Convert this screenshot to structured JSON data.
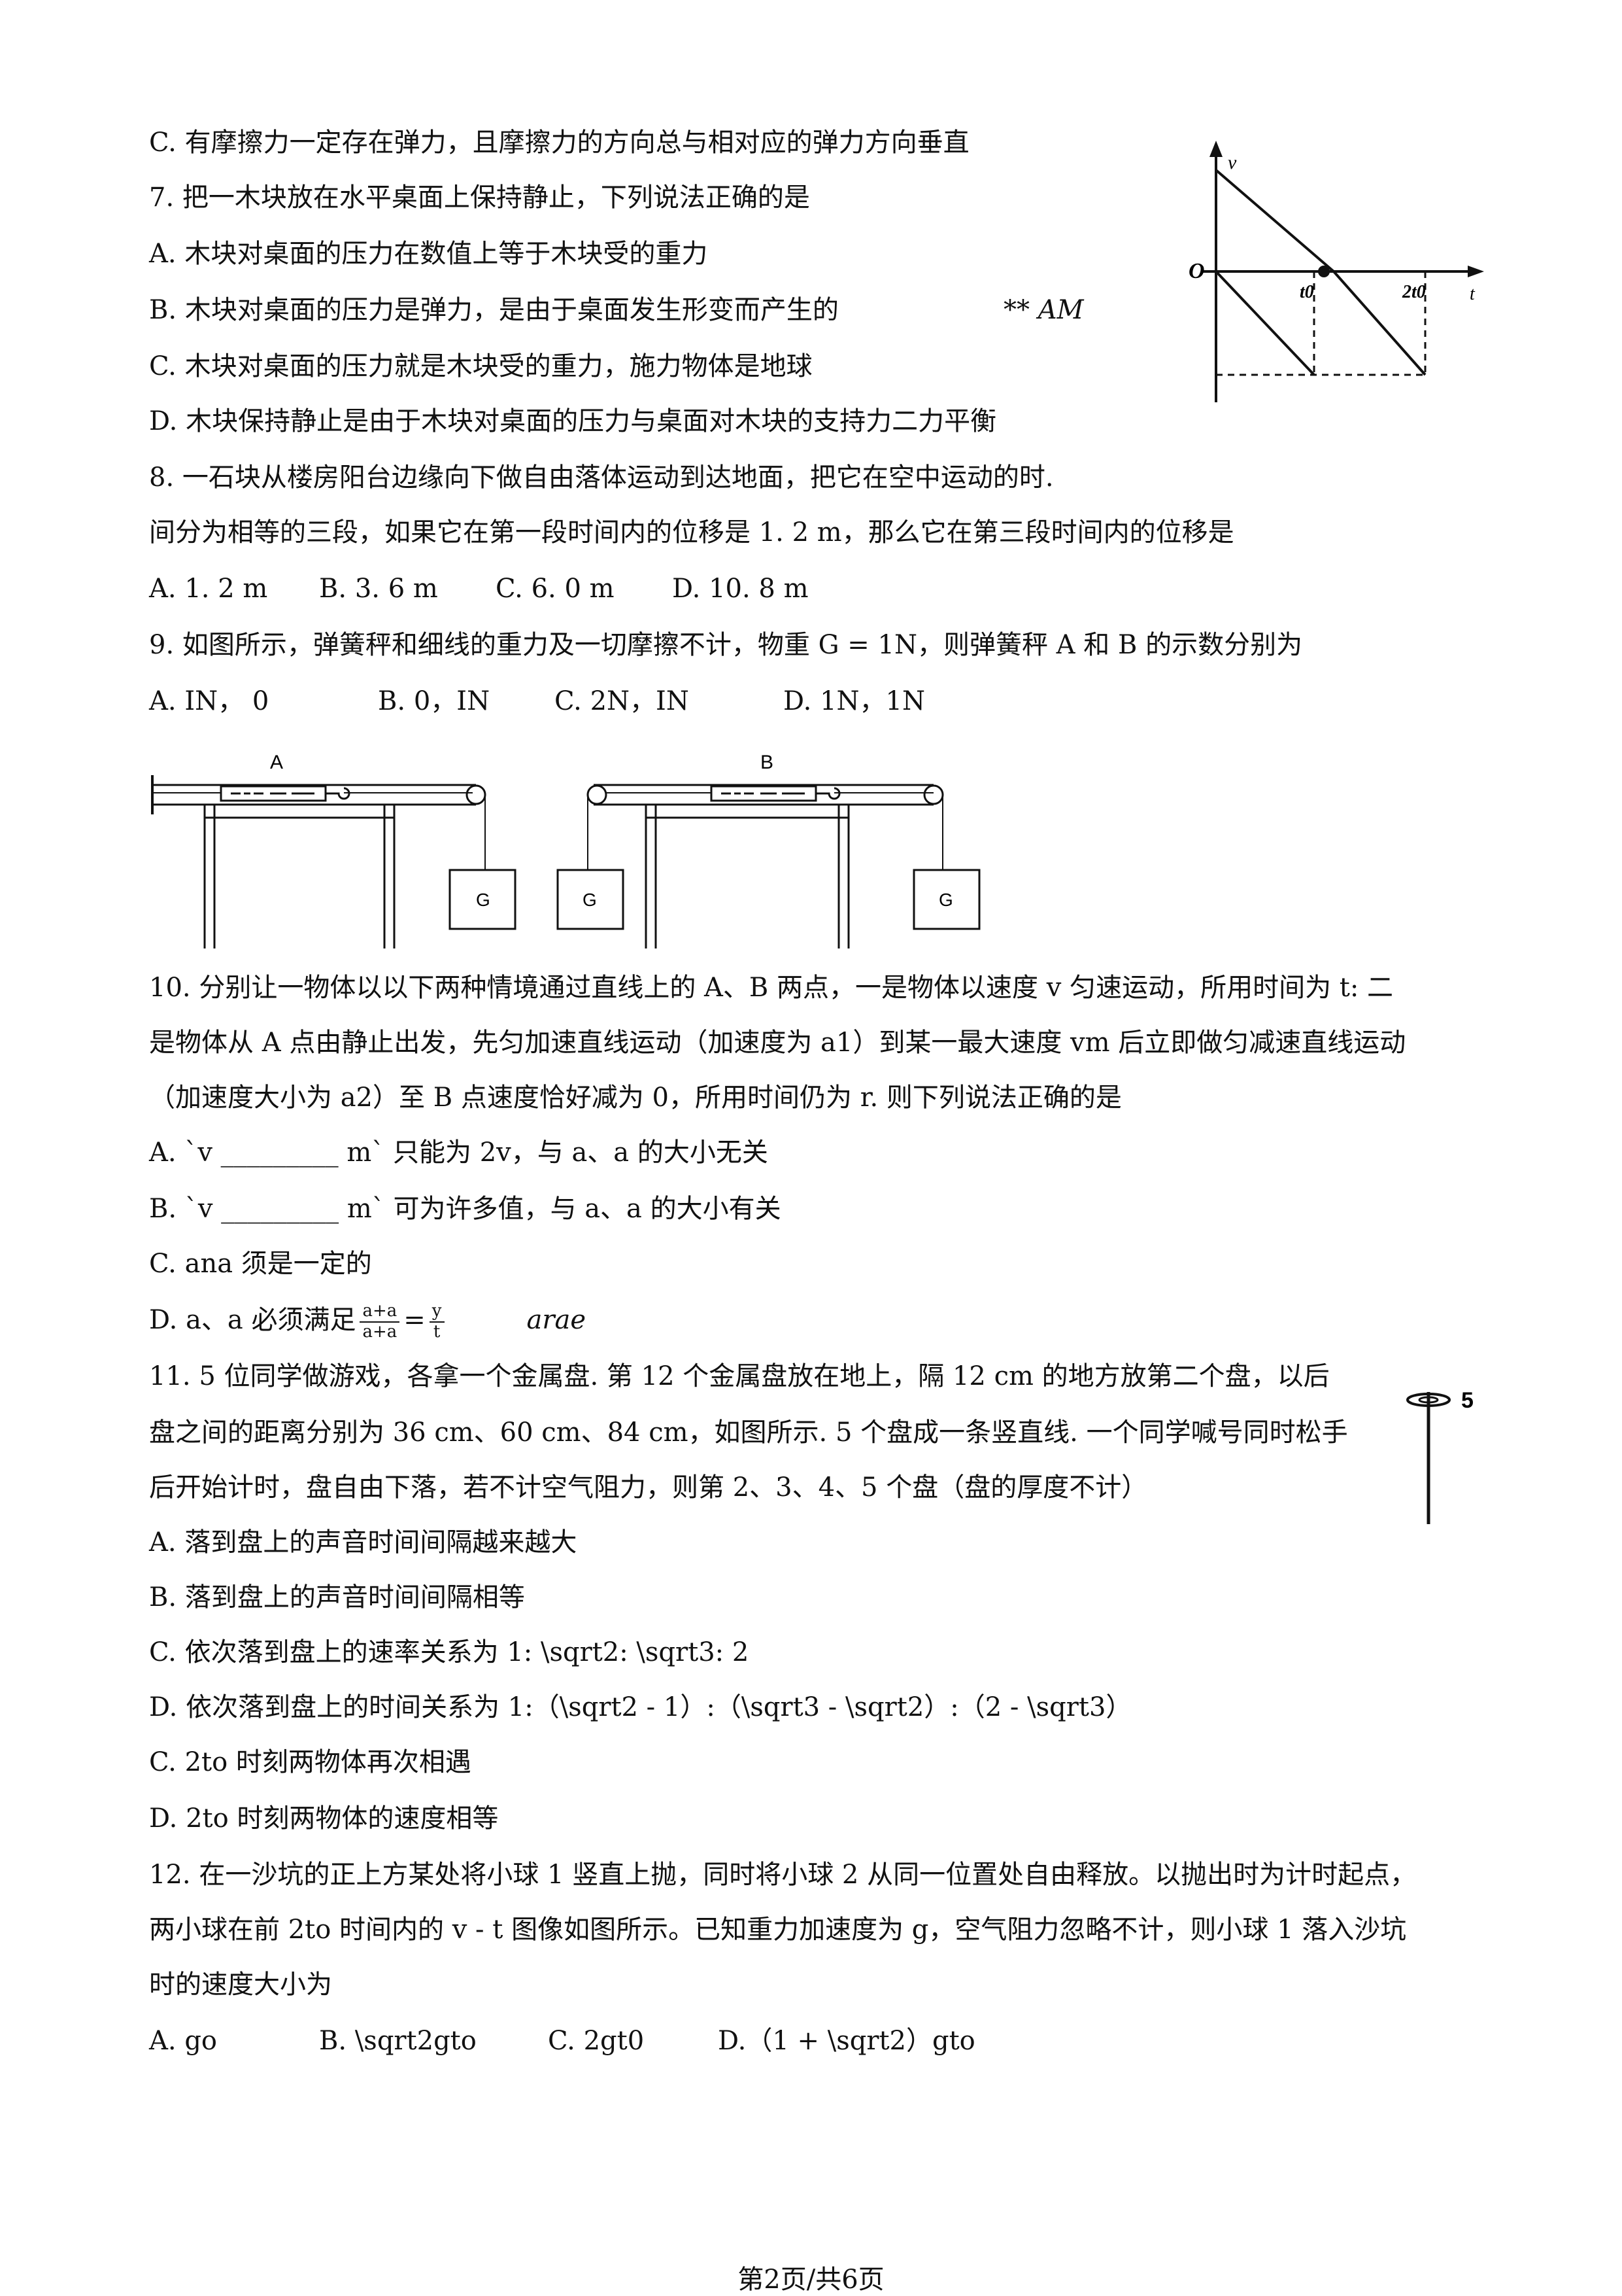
{
  "lines": {
    "l1": "C. 有摩擦力一定存在弹力，且摩擦力的方向总与相对应的弹力方向垂直",
    "q7": "7. 把一木块放在水平桌面上保持静止，下列说法正确的是",
    "q7a": "A. 木块对桌面的压力在数值上等于木块受的重力",
    "q7b": "B. 木块对桌面的压力是弹力，是由于桌面发生形变而产生的",
    "q7b_note": "** AM",
    "q7c": "C. 木块对桌面的压力就是木块受的重力，施力物体是地球",
    "q7d": "D. 木块保持静止是由于木块对桌面的压力与桌面对木块的支持力二力平衡",
    "q8": "8. 一石块从楼房阳台边缘向下做自由落体运动到达地面，把它在空中运动的时.",
    "q8b": "间分为相等的三段，如果它在第一段时间内的位移是 1. 2 m，那么它在第三段时间内的位移是",
    "q8opts": [
      "A. 1. 2 m",
      "B. 3. 6 m",
      "C. 6. 0 m",
      "D. 10. 8 m"
    ],
    "q9": "9. 如图所示，弹簧秤和细线的重力及一切摩擦不计，物重 G = 1N，则弹簧秤 A 和 B 的示数分别为",
    "q9opts": [
      "A.   IN，  0",
      "B. 0，IN",
      "C. 2N，IN",
      "D. 1N，1N"
    ],
    "q10": "10. 分别让一物体以以下两种情境通过直线上的 A、B 两点，一是物体以速度 v 匀速运动，所用时间为 t: 二",
    "q10b": "是物体从 A 点由静止出发，先匀加速直线运动（加速度为 a1）到某一最大速度 vm 后立即做匀减速直线运动",
    "q10c": "（加速度大小为 a2）至 B 点速度恰好减为 0，所用时间仍为 r. 则下列说法正确的是",
    "q10a": "A. `v  _________  m` 只能为 2v，与 a、a 的大小无关",
    "q10bb": "B. `v  _________  m` 可为许多值，与 a、a 的大小有关",
    "q10cc": "C. ana 须是一定的",
    "q10d": "D. a、a 必须满足",
    "q10d_num": "a+a",
    "q10d_den": "a+a",
    "q10d_eq": "=",
    "q10d_rnum": "y",
    "q10d_rden": "t",
    "q10d_tail": "arae",
    "q11": "11. 5 位同学做游戏，各拿一个金属盘. 第 12 个金属盘放在地上，隔 12 cm 的地方放第二个盘，以后",
    "q11b": "盘之间的距离分别为 36 cm、60 cm、84 cm，如图所示. 5 个盘成一条竖直线. 一个同学喊号同时松手",
    "q11c": "后开始计时，盘自由下落，若不计空气阻力，则第 2、3、4、5 个盘（盘的厚度不计）",
    "q11a": "A. 落到盘上的声音时间间隔越来越大",
    "q11bb": "B. 落到盘上的声音时间间隔相等",
    "q11cc": "C. 依次落到盘上的速率关系为 1: \\sqrt2: \\sqrt3: 2",
    "q11d": "D. 依次落到盘上的时间关系为 1:（\\sqrt2 - 1）:（\\sqrt3 - \\sqrt2）:（2 - \\sqrt3）",
    "q11e": "C. 2to 时刻两物体再次相遇",
    "q11f": "D. 2to 时刻两物体的速度相等",
    "q12": "12. 在一沙坑的正上方某处将小球 1 竖直上抛，同时将小球 2 从同一位置处自由释放。以抛出时为计时起点，",
    "q12b": "两小球在前 2to 时间内的 v - t 图像如图所示。已知重力加速度为 g，空气阻力忽略不计，则小球 1 落入沙坑",
    "q12c": "时的速度大小为",
    "q12opts": [
      "A. go",
      "B. \\sqrt2gto",
      "C. 2gt0",
      "D.（1 + \\sqrt2）gto"
    ]
  },
  "vt_graph": {
    "v_label": "v",
    "origin_label": "O",
    "t0_label": "t0",
    "t2_label": "2t0",
    "t_label": "t"
  },
  "spring_figure": {
    "label_a": "A",
    "label_b": "B",
    "weight_label": "G"
  },
  "disk_figure": {
    "label": "5"
  },
  "footer": "第2页/共6页"
}
